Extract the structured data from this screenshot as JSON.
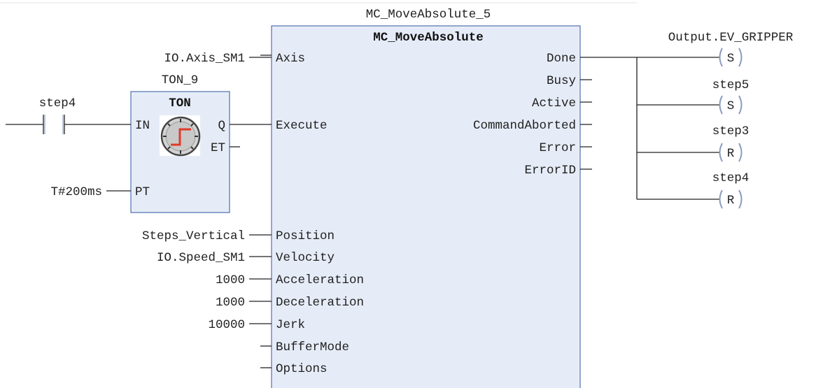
{
  "mc_block": {
    "instance": "MC_MoveAbsolute_5",
    "type": "MC_MoveAbsolute",
    "inputs": [
      "Axis",
      "Execute",
      "Position",
      "Velocity",
      "Acceleration",
      "Deceleration",
      "Jerk",
      "BufferMode",
      "Options"
    ],
    "outputs": [
      "Done",
      "Busy",
      "Active",
      "CommandAborted",
      "Error",
      "ErrorID"
    ],
    "input_values": {
      "axis": "IO.Axis_SM1",
      "position": "Steps_Vertical",
      "velocity": "IO.Speed_SM1",
      "acceleration": "1000",
      "deceleration": "1000",
      "jerk": "10000"
    }
  },
  "ton_block": {
    "instance": "TON_9",
    "type": "TON",
    "in_label": "IN",
    "q_label": "Q",
    "et_label": "ET",
    "pt_label": "PT",
    "pt_value": "T#200ms"
  },
  "contact": {
    "label": "step4"
  },
  "coils": [
    {
      "variable": "Output.EV_GRIPPER",
      "letter": "S"
    },
    {
      "variable": "step5",
      "letter": "S"
    },
    {
      "variable": "step3",
      "letter": "R"
    },
    {
      "variable": "step4",
      "letter": "R"
    }
  ],
  "colors": {
    "block_fill": "#e6ecf7",
    "block_border": "#5b7bb5",
    "wire": "#222222",
    "coil": "#8a9bc2",
    "timer_trace": "#e03a2a"
  },
  "icons": {
    "timer": "clock-step-icon"
  }
}
